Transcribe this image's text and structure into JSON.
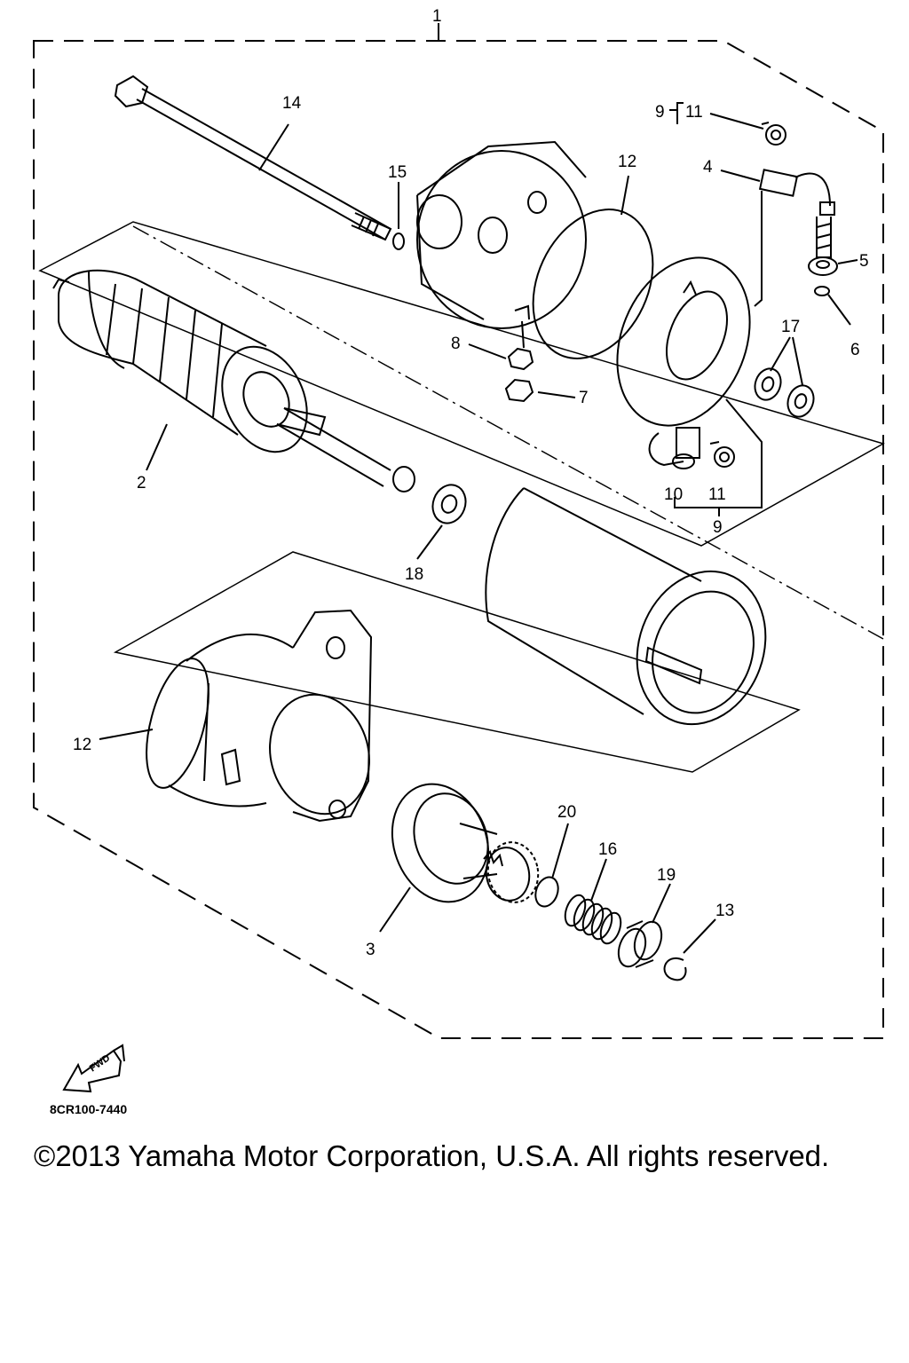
{
  "callouts": {
    "c1": "1",
    "c2": "2",
    "c3": "3",
    "c4": "4",
    "c5": "5",
    "c6": "6",
    "c7": "7",
    "c8": "8",
    "c9a": "9",
    "c9b": "9",
    "c10": "10",
    "c11a": "11",
    "c11b": "11",
    "c12a": "12",
    "c12b": "12",
    "c13": "13",
    "c14": "14",
    "c15": "15",
    "c16": "16",
    "c17": "17",
    "c18": "18",
    "c19": "19",
    "c20": "20"
  },
  "fwd_label": "FWD",
  "diagram_code": "8CR100-7440",
  "copyright": "©2013 Yamaha Motor Corporation, U.S.A. All rights reserved."
}
